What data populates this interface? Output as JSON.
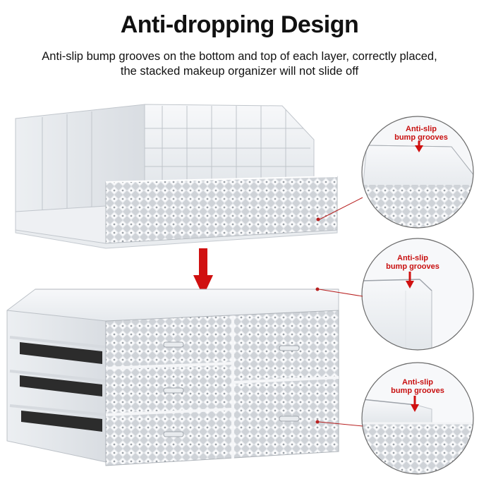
{
  "title": "Anti-dropping Design",
  "subtitle_line1": "Anti-slip bump grooves on the bottom and top of each layer, correctly placed,",
  "subtitle_line2": "the stacked makeup organizer will not slide off",
  "callouts": [
    {
      "line1": "Anti-slip",
      "line2": "bump grooves"
    },
    {
      "line1": "Anti-slip",
      "line2": "bump grooves"
    },
    {
      "line1": "Anti-slip",
      "line2": "bump grooves"
    }
  ],
  "colors": {
    "accent_red": "#d01010",
    "acrylic": "#eef1f4",
    "drawer_dark": "#2c2c2c"
  }
}
